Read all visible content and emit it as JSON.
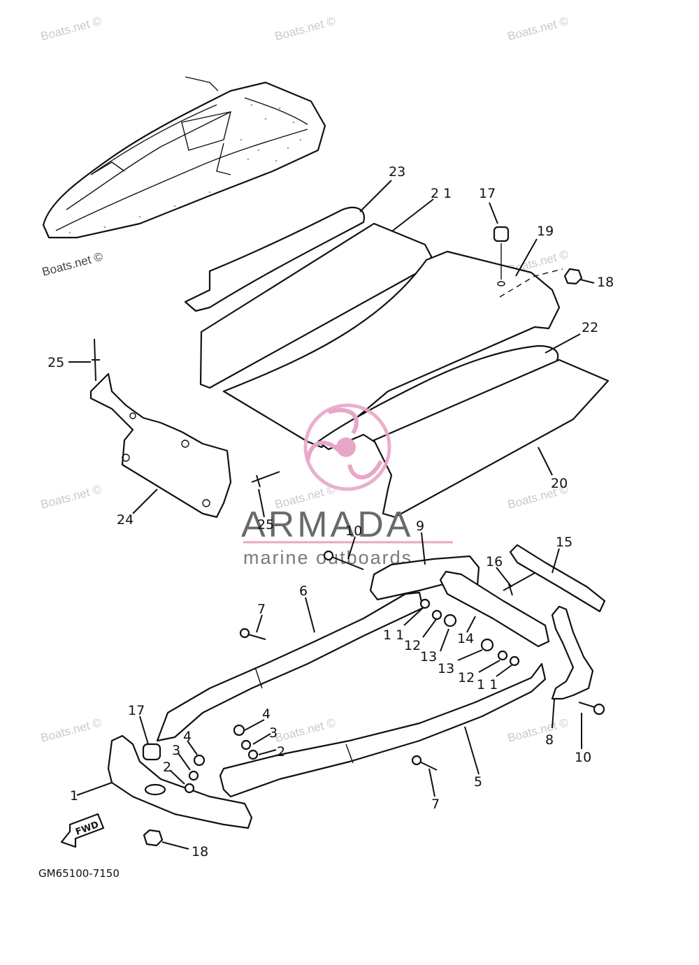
{
  "watermarks": [
    "Boats.net ©",
    "Boats.net ©",
    "Boats.net ©",
    "Boats.net ©",
    "Boats.net ©",
    "Boats.net ©",
    "Boats.net ©",
    "Boats.net ©",
    "Boats.net ©",
    "Boats.net ©",
    "Boats.net ©"
  ],
  "brand": {
    "name": "ARMADA",
    "subtitle": "marine outboards",
    "color_pink": "#e8a6c8",
    "color_text": "#6a6a6a"
  },
  "diagram_code": "GM65100-7150",
  "fwd_label": "FWD",
  "callouts": [
    {
      "id": "c23",
      "text": "23"
    },
    {
      "id": "c21",
      "text": "2 1"
    },
    {
      "id": "c17a",
      "text": "17"
    },
    {
      "id": "c19",
      "text": "19"
    },
    {
      "id": "c18a",
      "text": "18"
    },
    {
      "id": "c22",
      "text": "22"
    },
    {
      "id": "c25a",
      "text": "25"
    },
    {
      "id": "c20",
      "text": "20"
    },
    {
      "id": "c24",
      "text": "24"
    },
    {
      "id": "c25b",
      "text": "25"
    },
    {
      "id": "c10a",
      "text": "10"
    },
    {
      "id": "c9",
      "text": "9"
    },
    {
      "id": "c15",
      "text": "15"
    },
    {
      "id": "c16",
      "text": "16"
    },
    {
      "id": "c6",
      "text": "6"
    },
    {
      "id": "c7a",
      "text": "7"
    },
    {
      "id": "c11a",
      "text": "1 1"
    },
    {
      "id": "c12a",
      "text": "12"
    },
    {
      "id": "c13a",
      "text": "13"
    },
    {
      "id": "c14",
      "text": "14"
    },
    {
      "id": "c13b",
      "text": "13"
    },
    {
      "id": "c12b",
      "text": "12"
    },
    {
      "id": "c11b",
      "text": "1 1"
    },
    {
      "id": "c4a",
      "text": "4"
    },
    {
      "id": "c3a",
      "text": "3"
    },
    {
      "id": "c2a",
      "text": "2"
    },
    {
      "id": "c17b",
      "text": "17"
    },
    {
      "id": "c4b",
      "text": "4"
    },
    {
      "id": "c3b",
      "text": "3"
    },
    {
      "id": "c2b",
      "text": "2"
    },
    {
      "id": "c1",
      "text": "1"
    },
    {
      "id": "c8",
      "text": "8"
    },
    {
      "id": "c10b",
      "text": "10"
    },
    {
      "id": "c5",
      "text": "5"
    },
    {
      "id": "c7b",
      "text": "7"
    },
    {
      "id": "c18b",
      "text": "18"
    }
  ]
}
